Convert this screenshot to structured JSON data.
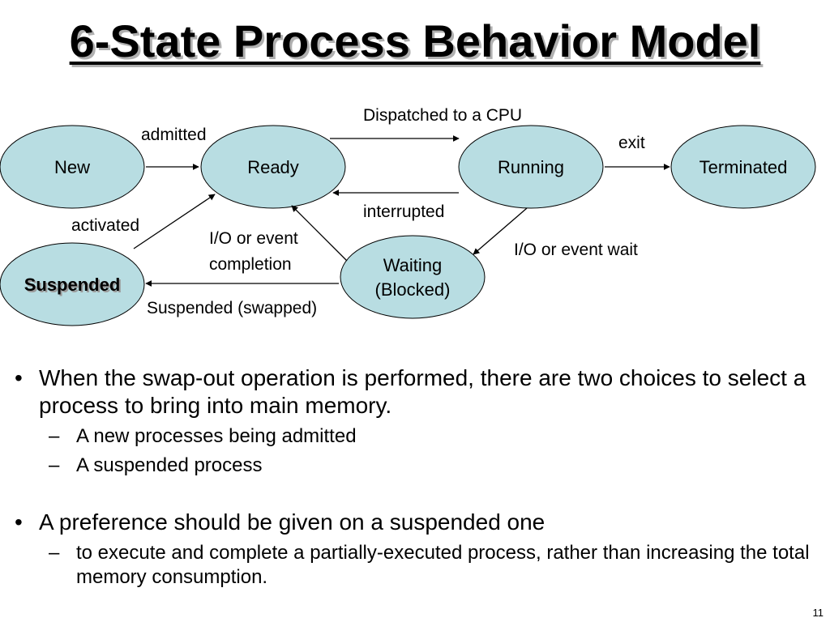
{
  "title": "6-State Process Behavior Model",
  "diagram": {
    "states": {
      "new": "New",
      "ready": "Ready",
      "running": "Running",
      "terminated": "Terminated",
      "suspended": "Suspended",
      "waiting_line1": "Waiting",
      "waiting_line2": "(Blocked)"
    },
    "transitions": {
      "admitted": "admitted",
      "dispatched": "Dispatched to a CPU",
      "exit": "exit",
      "interrupted": "interrupted",
      "activated": "activated",
      "io_completion_line1": "I/O or event",
      "io_completion_line2": "completion",
      "io_wait": "I/O or event wait",
      "suspended_swapped": "Suspended (swapped)"
    },
    "colors": {
      "state_fill": "#b8dde2",
      "state_stroke": "#000000"
    }
  },
  "bullets": [
    {
      "text": "When the swap-out operation is performed, there are two choices to select a process to bring into main memory.",
      "subs": [
        "A new processes being admitted",
        "A suspended process"
      ]
    },
    {
      "text": "A preference should be given on a suspended one",
      "subs": [
        "to execute and complete a partially-executed process, rather than increasing the total memory consumption."
      ]
    }
  ],
  "page_number": "11"
}
